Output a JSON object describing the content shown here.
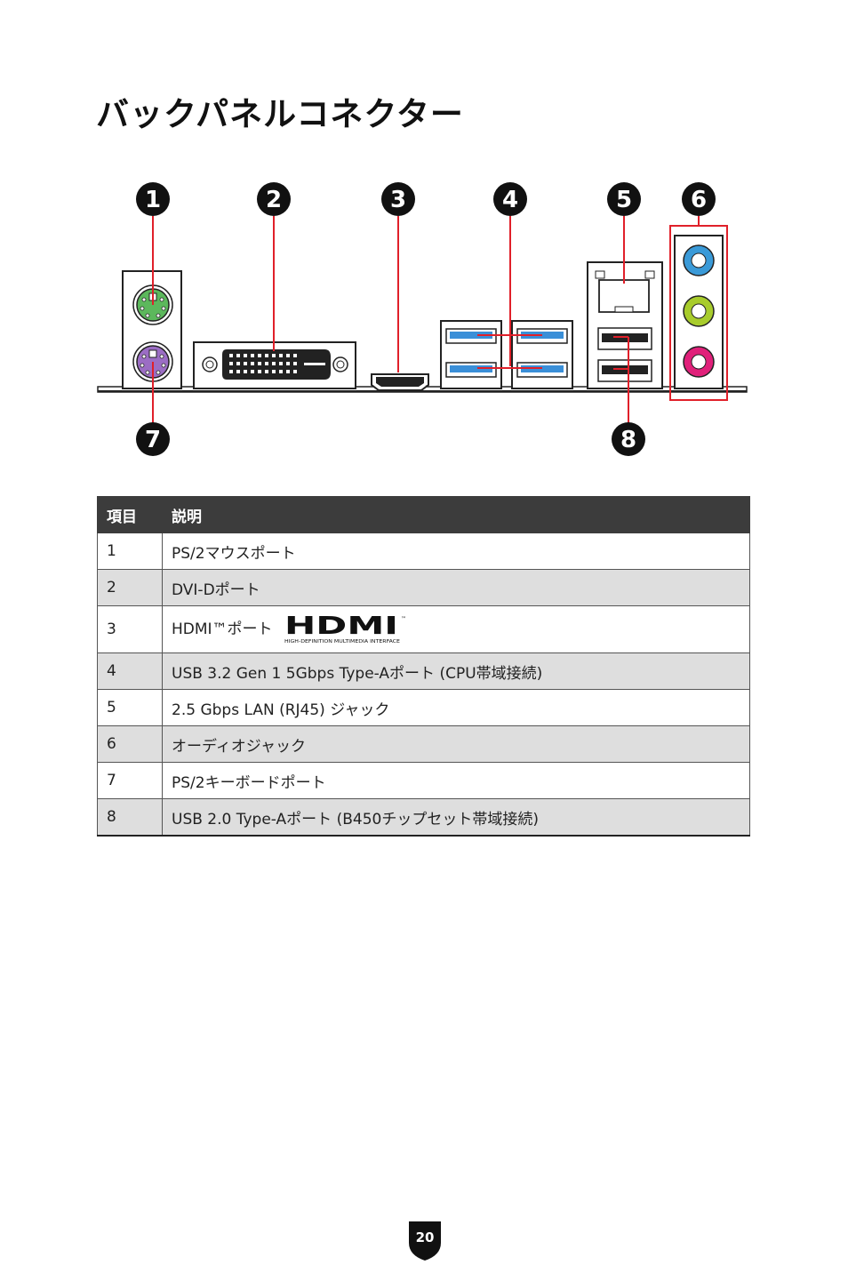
{
  "page": {
    "title": "バックパネルコネクター",
    "page_number": "20"
  },
  "diagram": {
    "callouts": [
      {
        "id": "1",
        "label": "1"
      },
      {
        "id": "2",
        "label": "2"
      },
      {
        "id": "3",
        "label": "3"
      },
      {
        "id": "4",
        "label": "4"
      },
      {
        "id": "5",
        "label": "5"
      },
      {
        "id": "6",
        "label": "6"
      },
      {
        "id": "7",
        "label": "7"
      },
      {
        "id": "8",
        "label": "8"
      }
    ],
    "tm_mark": "™",
    "colors": {
      "callout": "#111111",
      "leader": "#e0202a",
      "ps2_mouse": "#5cb85c",
      "ps2_keyboard": "#9b6dc4",
      "usb3": "#3a8fd8",
      "audio_blue": "#3a9ad8",
      "audio_green": "#a8cc2c",
      "audio_pink": "#e0207a"
    }
  },
  "table": {
    "headers": [
      "項目",
      "説明"
    ],
    "rows": [
      {
        "item": "1",
        "desc": "PS/2マウスポート"
      },
      {
        "item": "2",
        "desc": "DVI-Dポート"
      },
      {
        "item": "3",
        "desc": "HDMI™ポート"
      },
      {
        "item": "4",
        "desc": "USB 3.2 Gen 1 5Gbps Type-Aポート (CPU帯域接続)"
      },
      {
        "item": "5",
        "desc": "2.5 Gbps LAN (RJ45) ジャック"
      },
      {
        "item": "6",
        "desc": "オーディオジャック"
      },
      {
        "item": "7",
        "desc": "PS/2キーボードポート"
      },
      {
        "item": "8",
        "desc": "USB 2.0 Type-Aポート (B450チップセット帯域接続)"
      }
    ],
    "hdmi_logo": {
      "wordmark": "HDMI",
      "tagline": "HIGH-DEFINITION MULTIMEDIA INTERFACE",
      "tm": "™"
    }
  }
}
